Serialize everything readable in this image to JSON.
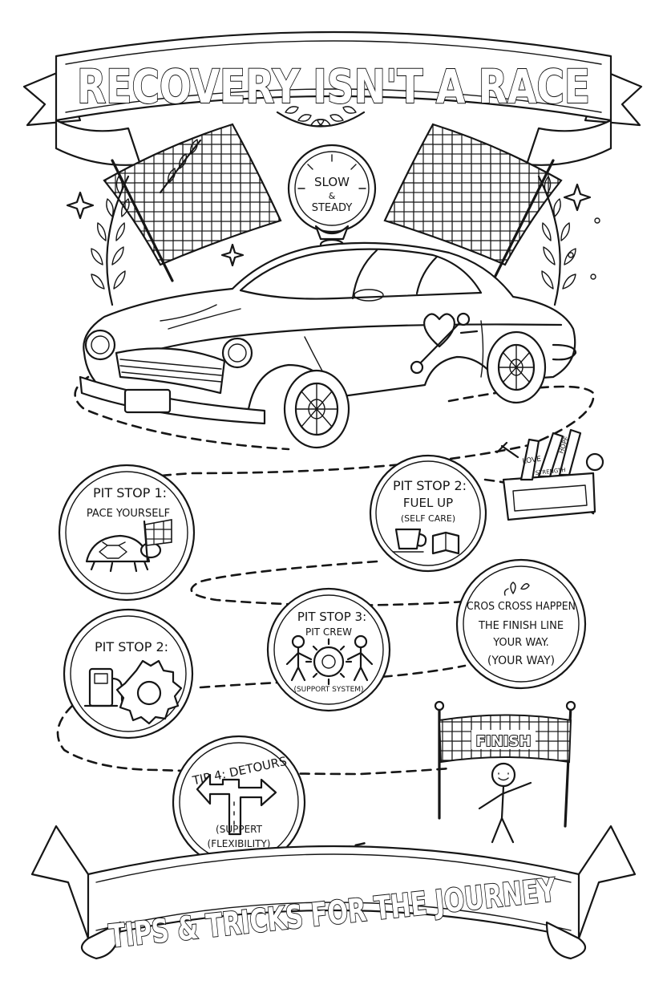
{
  "banner_top": {
    "title": "RECOVERY ISN'T A RACE"
  },
  "gauge": {
    "line1": "SLOW",
    "line2": "&",
    "line3": "STEADY"
  },
  "pit_stops": {
    "stop1": {
      "title": "PIT STOP 1:",
      "subtitle": "PACE YOURSELF"
    },
    "stop2_fuel": {
      "title": "PIT STOP 2:",
      "line1": "FUEL UP",
      "line2": "(SELF CARE)"
    },
    "stop2_gear": {
      "title": "PIT STOP 2:"
    },
    "stop3": {
      "title": "PIT STOP 3:",
      "line1": "PIT CREW",
      "line2": "(SUPPORT SYSTEM)"
    },
    "finish_circle": {
      "line1": "CROS CROSS HAPPEN",
      "line2": "THE FINISH LINE",
      "line3": "YOUR WAY.",
      "line4": "(YOUR WAY)"
    },
    "tip4": {
      "title": "TIP 4: DETOURS",
      "line1": "(SUPPERT",
      "line2": "(FLEXIBILITY)"
    }
  },
  "toolbox": {
    "label1": "LOVE",
    "label2": "STRENGTH",
    "label3": "HOPE"
  },
  "finish_banner": {
    "label": "FINISH"
  },
  "banner_bottom": {
    "title": "TIPS & TRICKS FOR THE JOURNEY"
  },
  "icons": [
    "checkered-flag-icon",
    "laurel-icon",
    "sparkle-icon",
    "heart-wrench-icon",
    "turtle-icon",
    "coffee-cup-icon",
    "book-icon",
    "fuel-pump-icon",
    "gear-icon",
    "person-icon",
    "arrow-detour-icon",
    "toolbox-icon"
  ]
}
